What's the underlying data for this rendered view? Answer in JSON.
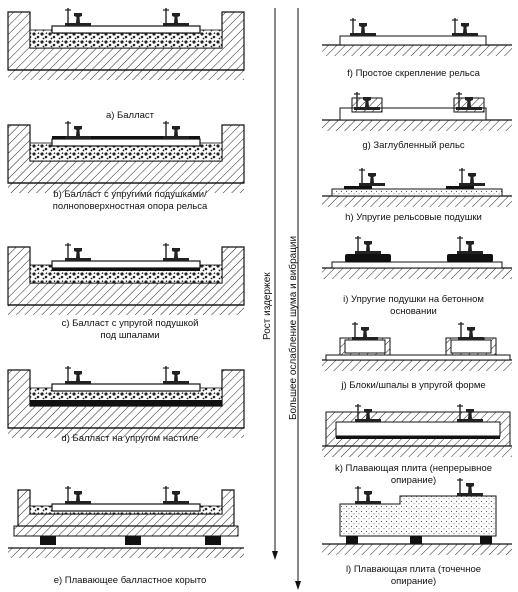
{
  "axes": {
    "costs": "Рост издержек",
    "noise": "Большее ослабление шума и вибрации"
  },
  "left": [
    {
      "id": "a",
      "caption": "a) Балласт"
    },
    {
      "id": "b",
      "caption": "b) Балласт с упругими подушками/\nполноповерхностная опора рельса"
    },
    {
      "id": "c",
      "caption": "c) Балласт с упругой подушкой\nпод шпалами"
    },
    {
      "id": "d",
      "caption": "d) Балласт на упругом настиле"
    },
    {
      "id": "e",
      "caption": "e) Плавающее балластное корыто"
    }
  ],
  "right": [
    {
      "id": "f",
      "caption": "f) Простое скрепление рельса"
    },
    {
      "id": "g",
      "caption": "g) Заглубленный рельс"
    },
    {
      "id": "h",
      "caption": "h) Упругие рельсовые подушки"
    },
    {
      "id": "i",
      "caption": "i) Упругие подушки на бетонном\nосновании"
    },
    {
      "id": "j",
      "caption": "j) Блоки/шпалы в упругой форме"
    },
    {
      "id": "k",
      "caption": "k) Плавающая плита (непрерывное\nопирание)"
    },
    {
      "id": "l",
      "caption": "l) Плавающая плита (точечное\nопирание)"
    }
  ]
}
